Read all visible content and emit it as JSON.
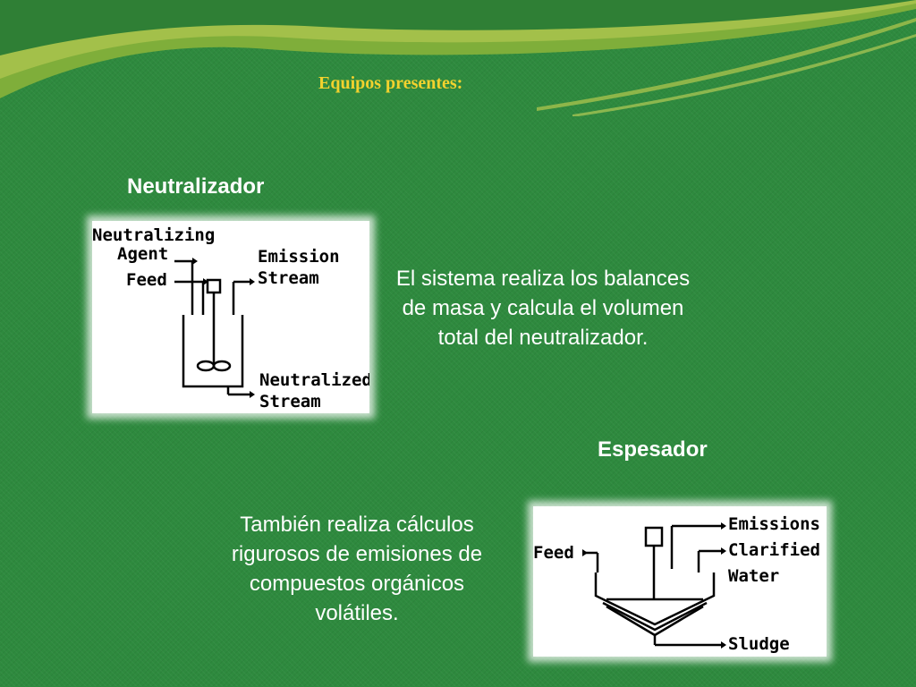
{
  "heading": "Equipos presentes:",
  "neutralizer": {
    "title": "Neutralizador",
    "description": "El sistema realiza los balances de masa y calcula el volumen total del neutralizador.",
    "diagram_labels": {
      "agent_line1": "Neutralizing",
      "agent_line2": "Agent",
      "feed": "Feed",
      "emission_line1": "Emission",
      "emission_line2": "Stream",
      "neutralized_line1": "Neutralized",
      "neutralized_line2": "Stream"
    }
  },
  "thickener": {
    "title": "Espesador",
    "description": "También realiza cálculos rigurosos de emisiones de compuestos orgánicos volátiles.",
    "diagram_labels": {
      "feed": "Feed",
      "emissions": "Emissions",
      "clarified_line1": "Clarified",
      "clarified_line2": "Water",
      "sludge": "Sludge"
    }
  },
  "colors": {
    "background": "#2e8a3e",
    "heading": "#f2d22e",
    "text": "#ffffff"
  }
}
